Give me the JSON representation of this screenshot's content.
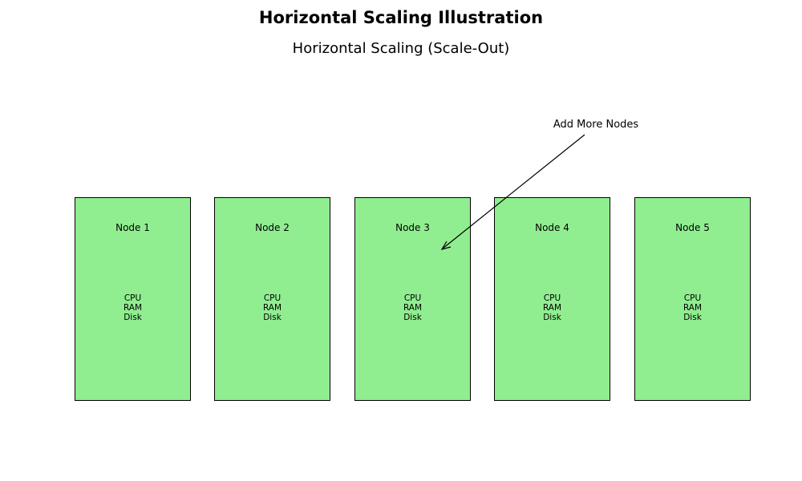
{
  "title": "Horizontal Scaling Illustration",
  "subtitle": "Horizontal Scaling (Scale-Out)",
  "node_color": "#90ee90",
  "node_border_color": "#000000",
  "nodes": [
    {
      "label": "Node 1",
      "resources": [
        "CPU",
        "RAM",
        "Disk"
      ]
    },
    {
      "label": "Node 2",
      "resources": [
        "CPU",
        "RAM",
        "Disk"
      ]
    },
    {
      "label": "Node 3",
      "resources": [
        "CPU",
        "RAM",
        "Disk"
      ]
    },
    {
      "label": "Node 4",
      "resources": [
        "CPU",
        "RAM",
        "Disk"
      ]
    },
    {
      "label": "Node 5",
      "resources": [
        "CPU",
        "RAM",
        "Disk"
      ]
    }
  ],
  "annotation": {
    "text": "Add More Nodes"
  }
}
